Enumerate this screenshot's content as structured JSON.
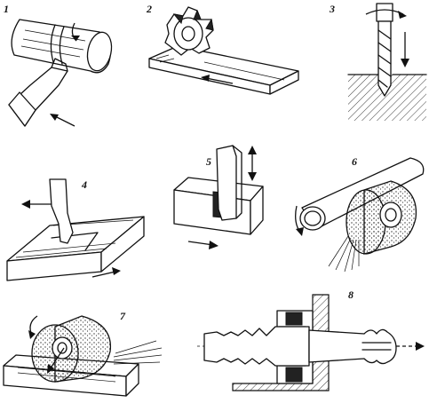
{
  "panels": [
    {
      "label": "1",
      "process": "turning"
    },
    {
      "label": "2",
      "process": "milling"
    },
    {
      "label": "3",
      "process": "drilling"
    },
    {
      "label": "4",
      "process": "planing"
    },
    {
      "label": "5",
      "process": "slotting"
    },
    {
      "label": "6",
      "process": "cylindrical-grinding"
    },
    {
      "label": "7",
      "process": "surface-grinding"
    },
    {
      "label": "8",
      "process": "broaching"
    }
  ],
  "colors": {
    "ink": "#111111",
    "paper": "#ffffff"
  }
}
